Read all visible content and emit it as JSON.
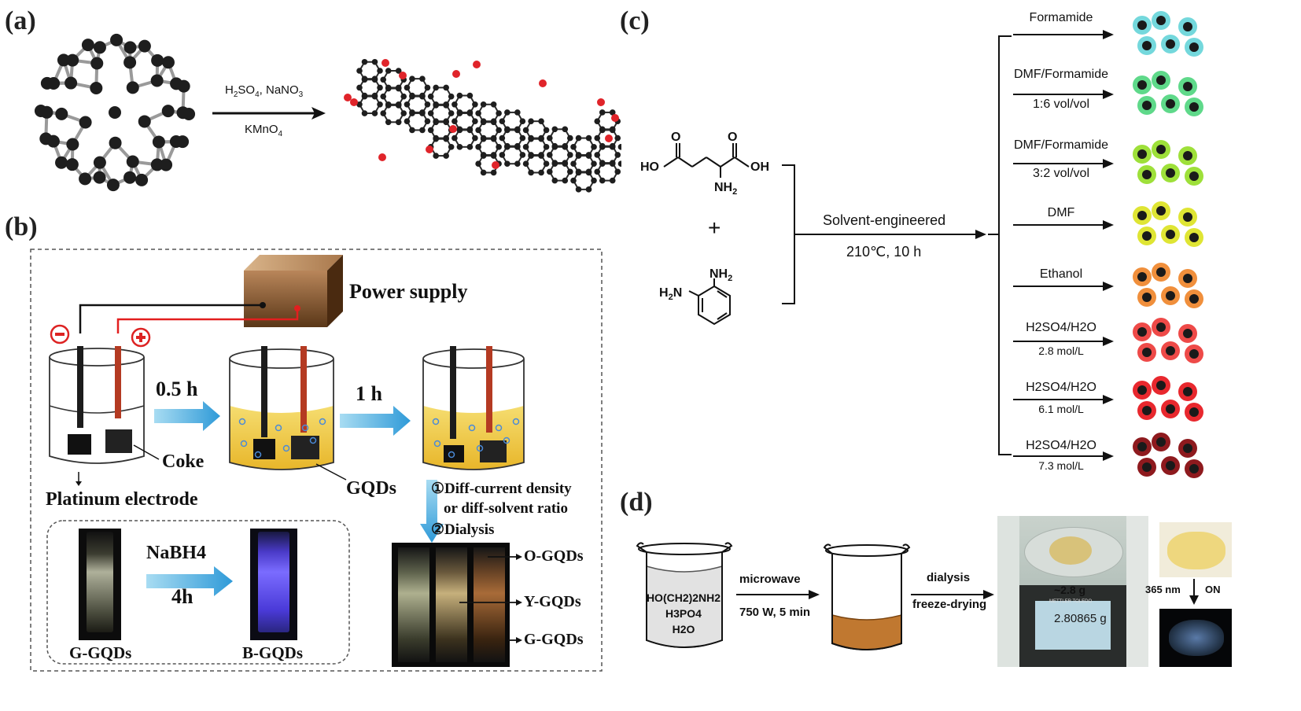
{
  "panel_a": {
    "label": "(a)",
    "reagents_line1_parts": [
      "H",
      "2",
      "SO",
      "4",
      ", NaNO",
      "3"
    ],
    "reagents_line2_parts": [
      "KMnO",
      "4"
    ]
  },
  "panel_b": {
    "label": "(b)",
    "power_supply": "Power supply",
    "minus": "−",
    "plus": "+",
    "step1_time": "0.5 h",
    "step2_time": "1 h",
    "coke": "Coke",
    "platinum_electrode": "Platinum electrode",
    "gqds": "GQDs",
    "note1": "①Diff-current density",
    "note2": "or diff-solvent ratio",
    "note3": "②Dialysis",
    "reduction_reagent": "NaBH4",
    "reduction_time": "4h",
    "g_gqds": "G-GQDs",
    "b_gqds": "B-GQDs",
    "o_gqds": "O-GQDs",
    "y_gqds": "Y-GQDs",
    "g_gqds_right": "G-GQDs"
  },
  "panel_c": {
    "label": "(c)",
    "glu_ho_left": "HO",
    "glu_oh_right": "OH",
    "glu_o": "O",
    "glu_nh2": "NH",
    "glu_nh2_sub": "2",
    "plus": "+",
    "opd_h2n": "H",
    "opd_h2n_sub": "2",
    "opd_n": "N",
    "opd_nh2": "NH",
    "opd_nh2_sub": "2",
    "condition1": "Solvent-engineered",
    "condition2": "210℃, 10 h",
    "solvents": [
      {
        "label": "Formamide",
        "sub": "",
        "color": "#74d8dc"
      },
      {
        "label": "DMF/Formamide",
        "sub": "1:6 vol/vol",
        "color": "#5fd98a"
      },
      {
        "label": "DMF/Formamide",
        "sub": "3:2 vol/vol",
        "color": "#9ee03a"
      },
      {
        "label": "DMF",
        "sub": "",
        "color": "#dfe534"
      },
      {
        "label": "Ethanol",
        "sub": "",
        "color": "#f08f3c"
      },
      {
        "label": "H2SO4/H2O",
        "sub": "2.8 mol/L",
        "color": "#ee4a48"
      },
      {
        "label": "H2SO4/H2O",
        "sub": "6.1 mol/L",
        "color": "#e8282e"
      },
      {
        "label": "H2SO4/H2O",
        "sub": "7.3 mol/L",
        "color": "#8e1a1e"
      }
    ]
  },
  "panel_d": {
    "label": "(d)",
    "beaker_line1": "HO(CH2)2NH2",
    "beaker_line2": "H3PO4",
    "beaker_line3": "H2O",
    "step1_top": "microwave",
    "step1_bottom": "750 W, 5 min",
    "step2_top": "dialysis",
    "step2_bottom": "freeze-drying",
    "mass_label": "~2.8 g",
    "balance_brand": "METTLER TOLEDO",
    "balance_reading": "2.80865",
    "balance_unit": "g",
    "uv_label": "365 nm",
    "uv_state": "ON"
  }
}
